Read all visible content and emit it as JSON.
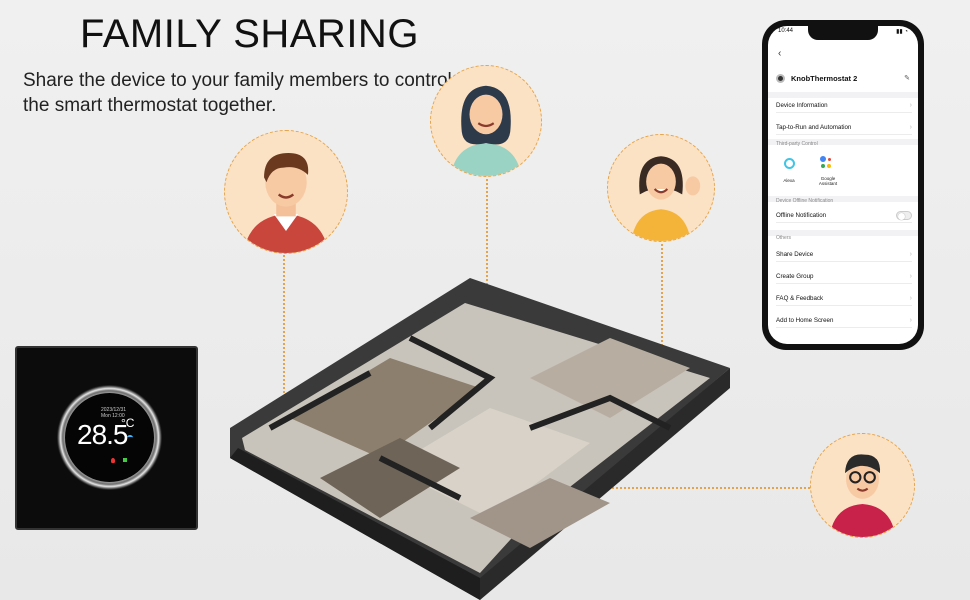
{
  "header": {
    "title": "FAMILY SHARING",
    "subtitle": "Share the device to your family members to control the smart thermostat together."
  },
  "thermostat": {
    "temperature": "28.5",
    "unit": "°C",
    "date": "2023/12/31",
    "time": "Mon 12:00"
  },
  "phone": {
    "time": "10:44",
    "device_name": "KnobThermostat 2",
    "rows": {
      "device_information": "Device Information",
      "tap_to_run": "Tap-to-Run and Automation",
      "third_party_section": "Third-party Control",
      "alexa": "Alexa",
      "google": "Google Assistant",
      "offline_section": "Device Offline Notification",
      "offline_notification": "Offline Notification",
      "others_section": "Others",
      "share_device": "Share Device",
      "create_group": "Create Group",
      "faq": "FAQ & Feedback",
      "add_home": "Add to Home Screen"
    }
  },
  "colors": {
    "accent_dots": "#e6a44a",
    "avatar_bg": "#fbe2c4"
  }
}
